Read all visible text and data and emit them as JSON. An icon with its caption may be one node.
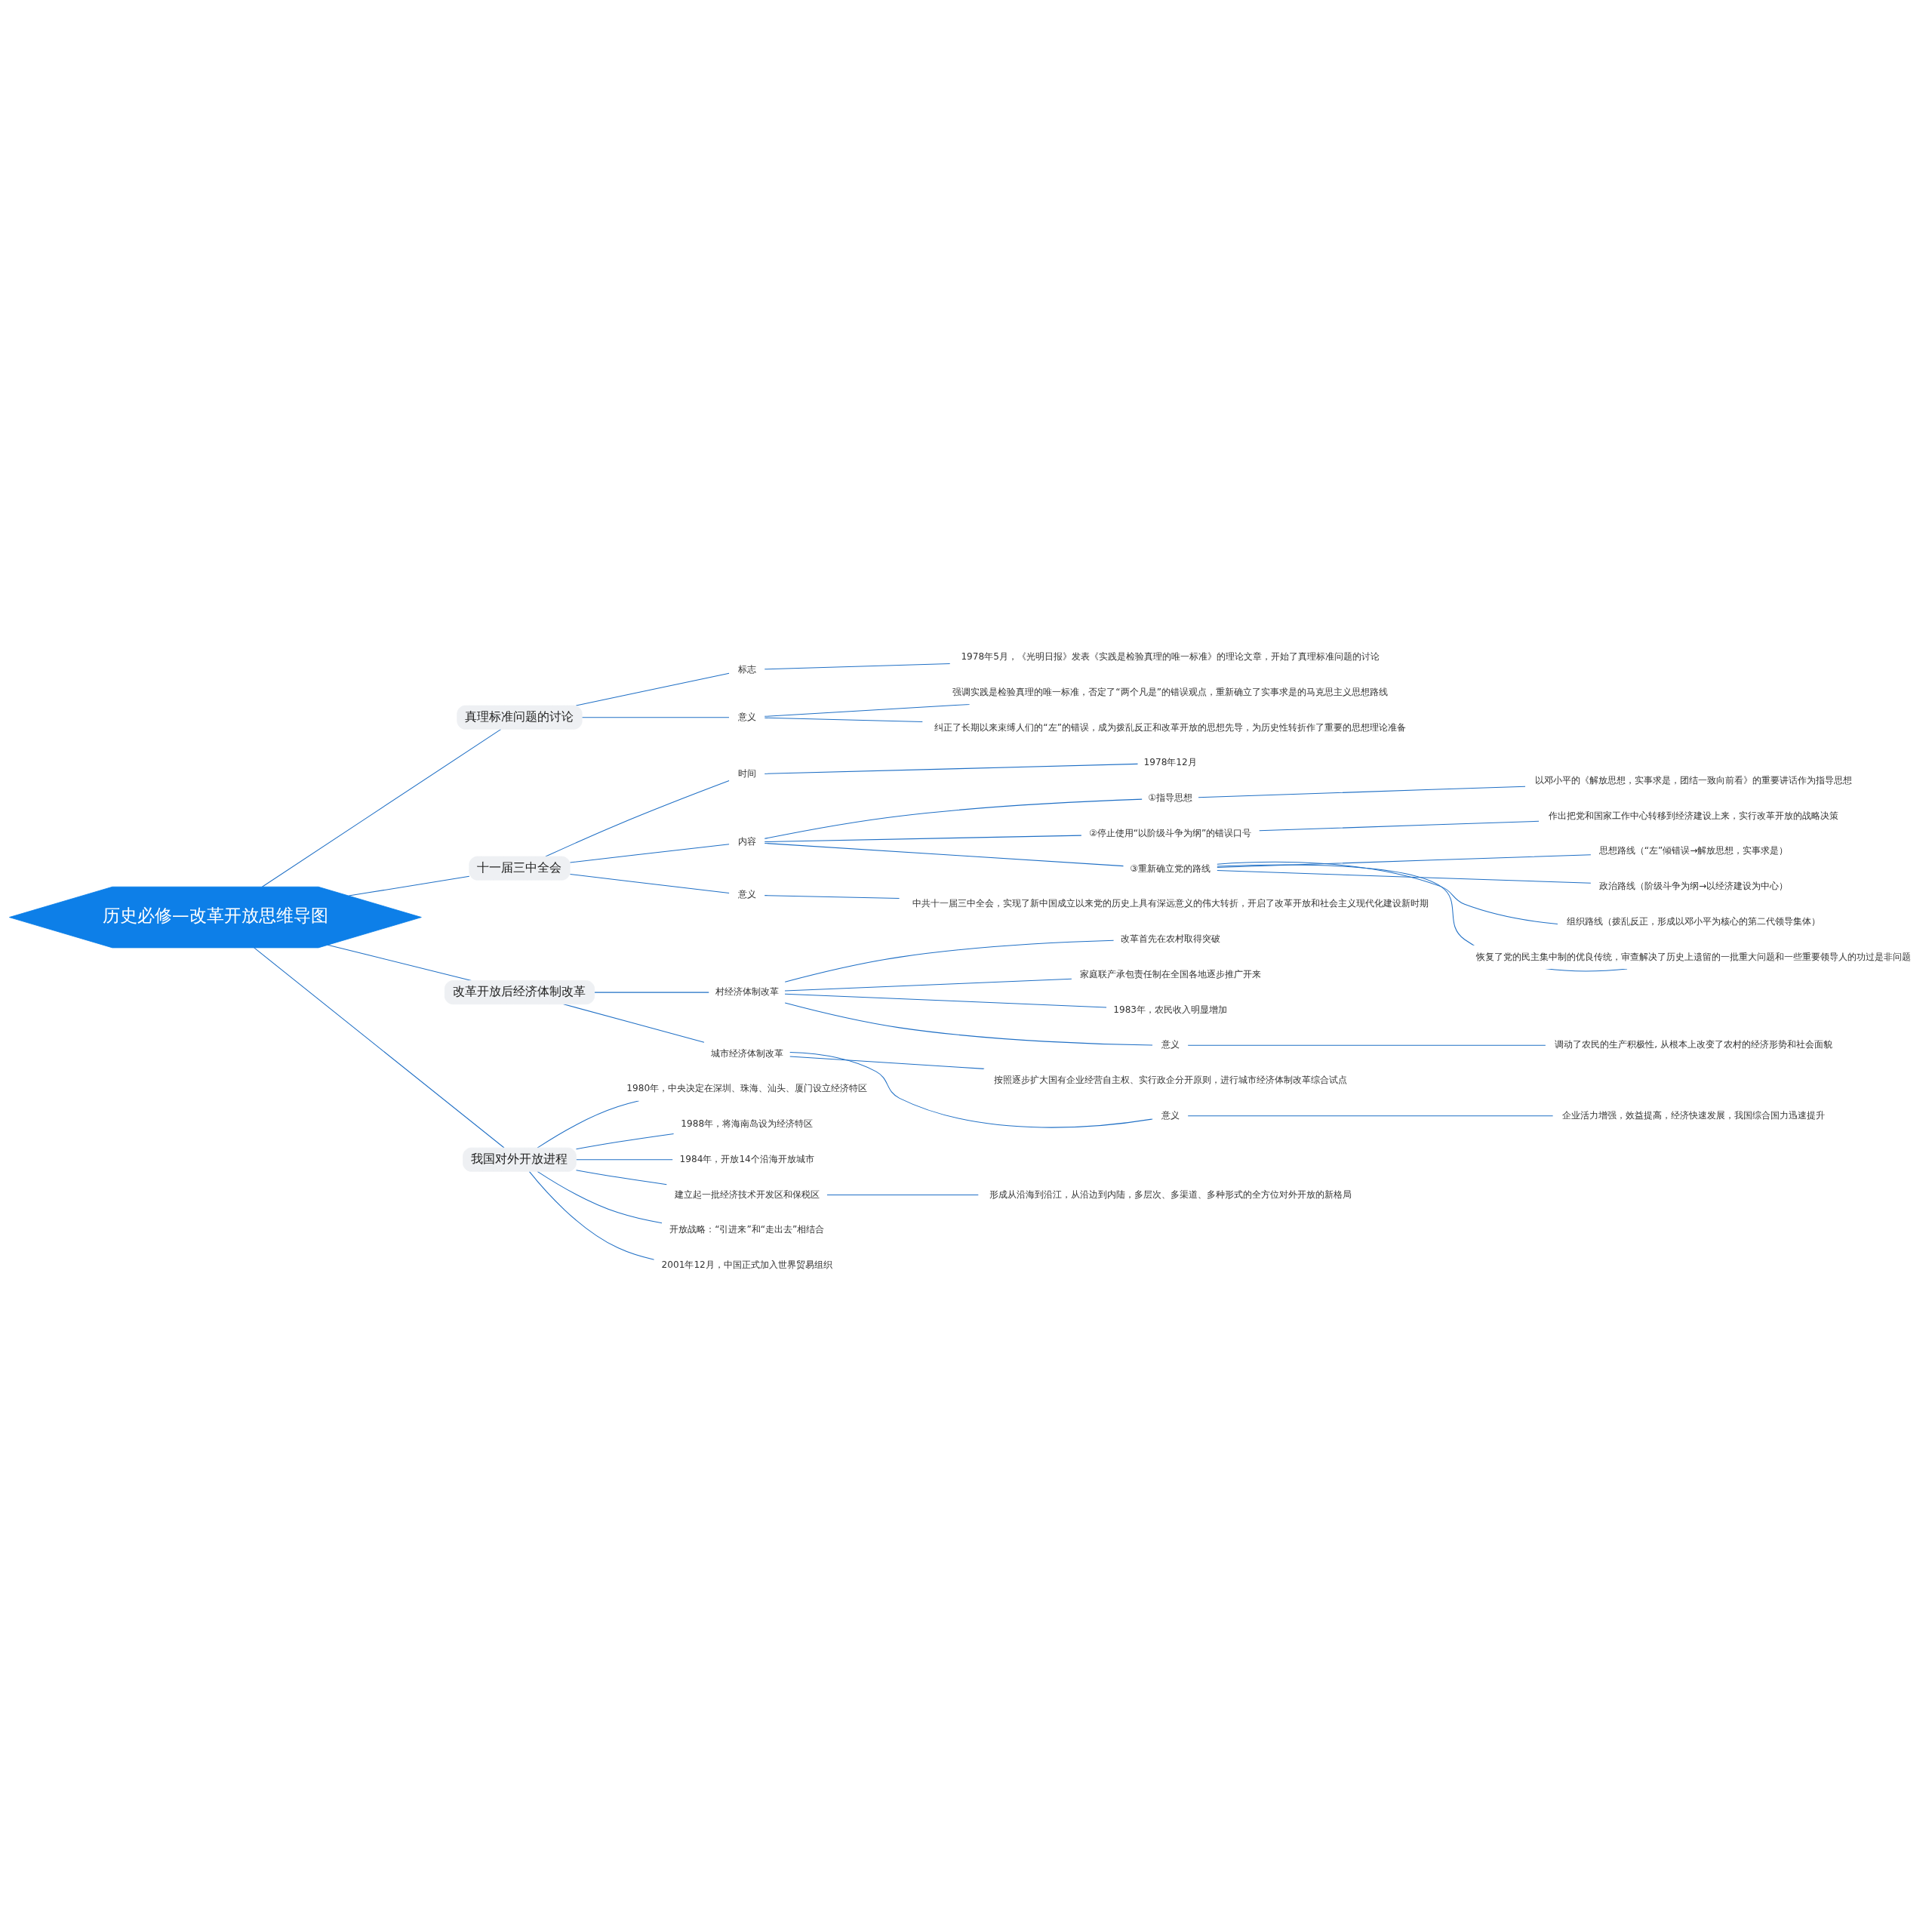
{
  "diagram": {
    "nodes": [
      {
        "text": [
          "历史必修—改革开放思维导图"
        ]
      },
      {
        "text": [
          "真理标准问题的讨论"
        ]
      },
      {
        "text": [
          "标志"
        ]
      },
      {
        "text": [
          "1978年5月，《光明日报》发表《实践是检验真理的唯一标准》的理论文章，开始了真理标准问题的讨论"
        ]
      },
      {
        "text": [
          "意义"
        ]
      },
      {
        "text": [
          "强调实践是检验真理的唯一标准，否定了“两个凡是”的错误观点，重新确立了实事求是的马克思主义思想路线"
        ]
      },
      {
        "text": [
          "纠正了长期以来束缚人们的“左”的错误，成为拨乱反正和改革开放的思想先导，为历史性转折作了重要的思想理论准备"
        ]
      },
      {
        "text": [
          "十一届三中全会"
        ]
      },
      {
        "text": [
          "时间"
        ]
      },
      {
        "text": [
          "1978年12月"
        ]
      },
      {
        "text": [
          "内容"
        ]
      },
      {
        "text": [
          "①指导思想"
        ]
      },
      {
        "text": [
          "以邓小平的《解放思想，实事求是，团结一致向前看》的重要讲话作为指导思想"
        ]
      },
      {
        "text": [
          "②停止使用“以阶级斗争为纲”的错误口号"
        ]
      },
      {
        "text": [
          "作出把党和国家工作中心转移到经济建设上来，实行改革开放的战略决策"
        ]
      },
      {
        "text": [
          "③重新确立党的路线"
        ]
      },
      {
        "text": [
          "思想路线（“左”倾错误→解放思想，实事求是）"
        ]
      },
      {
        "text": [
          "政治路线（阶级斗争为纲→以经济建设为中心）"
        ]
      },
      {
        "text": [
          "组织路线（拨乱反正，形成以邓小平为核心的第二代领导集体）"
        ]
      },
      {
        "text": [
          "恢复了党的民主集中制的优良传统，审查解决了历史上遗留的一批重大问题和一些重要领导人的功过是非问题"
        ]
      },
      {
        "text": [
          "意义"
        ]
      },
      {
        "text": [
          "中共十一届三中全会，实现了新中国成立以来党的历史上具有深远意义的伟大转折，开启了改革开放和社会主义现代化建设新时期"
        ]
      },
      {
        "text": [
          "改革开放后经济体制改革"
        ]
      },
      {
        "text": [
          "村经济体制改革"
        ]
      },
      {
        "text": [
          "改革首先在农村取得突破"
        ]
      },
      {
        "text": [
          "家庭联产承包责任制在全国各地逐步推广开来"
        ]
      },
      {
        "text": [
          "1983年，农民收入明显增加"
        ]
      },
      {
        "text": [
          "意义"
        ]
      },
      {
        "text": [
          "调动了农民的生产积极性, 从根本上改变了农村的经济形势和社会面貌"
        ]
      },
      {
        "text": [
          "城市经济体制改革"
        ]
      },
      {
        "text": [
          "按照逐步扩大国有企业经营自主权、实行政企分开原则，进行城市经济体制改革综合试点"
        ]
      },
      {
        "text": [
          "意义"
        ]
      },
      {
        "text": [
          "企业活力增强，效益提高，经济快速发展，我国综合国力迅速提升"
        ]
      },
      {
        "text": [
          "我国对外开放进程"
        ]
      },
      {
        "text": [
          "1980年，中央决定在深圳、珠海、汕头、厦门设立经济特区"
        ]
      },
      {
        "text": [
          "1988年，将海南岛设为经济特区"
        ]
      },
      {
        "text": [
          "1984年，开放14个沿海开放城市"
        ]
      },
      {
        "text": [
          "建立起一批经济技术开发区和保税区"
        ]
      },
      {
        "text": [
          "形成从沿海到沿江，从沿边到内陆，多层次、多渠道、多种形式的全方位对外开放的新格局"
        ]
      },
      {
        "text": [
          "开放战略：“引进来”和“走出去”相结合"
        ]
      },
      {
        "text": [
          "2001年12月，中国正式加入世界贸易组织"
        ]
      }
    ],
    "edges": [
      {
        "from": 0,
        "to": 1,
        "arrow": "none"
      },
      {
        "from": 1,
        "to": 2,
        "arrow": "none"
      },
      {
        "from": 2,
        "to": 3,
        "arrow": "none"
      },
      {
        "from": 1,
        "to": 4,
        "arrow": "none"
      },
      {
        "from": 4,
        "to": 5,
        "arrow": "none"
      },
      {
        "from": 4,
        "to": 6,
        "arrow": "none"
      },
      {
        "from": 0,
        "to": 7,
        "arrow": "none"
      },
      {
        "from": 7,
        "to": 8,
        "arrow": "none"
      },
      {
        "from": 8,
        "to": 9,
        "arrow": "none"
      },
      {
        "from": 7,
        "to": 10,
        "arrow": "none"
      },
      {
        "from": 10,
        "to": 11,
        "arrow": "none"
      },
      {
        "from": 11,
        "to": 12,
        "arrow": "none"
      },
      {
        "from": 10,
        "to": 13,
        "arrow": "none"
      },
      {
        "from": 13,
        "to": 14,
        "arrow": "none"
      },
      {
        "from": 10,
        "to": 15,
        "arrow": "none"
      },
      {
        "from": 15,
        "to": 16,
        "arrow": "none"
      },
      {
        "from": 15,
        "to": 17,
        "arrow": "none"
      },
      {
        "from": 15,
        "to": 18,
        "arrow": "none"
      },
      {
        "from": 15,
        "to": 19,
        "arrow": "none"
      },
      {
        "from": 7,
        "to": 20,
        "arrow": "none"
      },
      {
        "from": 20,
        "to": 21,
        "arrow": "none"
      },
      {
        "from": 0,
        "to": 22,
        "arrow": "none"
      },
      {
        "from": 22,
        "to": 23,
        "arrow": "none"
      },
      {
        "from": 23,
        "to": 24,
        "arrow": "none"
      },
      {
        "from": 23,
        "to": 25,
        "arrow": "none"
      },
      {
        "from": 23,
        "to": 26,
        "arrow": "none"
      },
      {
        "from": 23,
        "to": 27,
        "arrow": "none"
      },
      {
        "from": 27,
        "to": 28,
        "arrow": "none"
      },
      {
        "from": 22,
        "to": 29,
        "arrow": "none"
      },
      {
        "from": 29,
        "to": 30,
        "arrow": "none"
      },
      {
        "from": 29,
        "to": 31,
        "arrow": "none"
      },
      {
        "from": 31,
        "to": 32,
        "arrow": "none"
      },
      {
        "from": 0,
        "to": 33,
        "arrow": "none"
      },
      {
        "from": 33,
        "to": 34,
        "arrow": "none"
      },
      {
        "from": 33,
        "to": 35,
        "arrow": "none"
      },
      {
        "from": 33,
        "to": 36,
        "arrow": "none"
      },
      {
        "from": 33,
        "to": 37,
        "arrow": "none"
      },
      {
        "from": 37,
        "to": 38,
        "arrow": "none"
      },
      {
        "from": 33,
        "to": 39,
        "arrow": "none"
      },
      {
        "from": 33,
        "to": 40,
        "arrow": "none"
      }
    ]
  }
}
